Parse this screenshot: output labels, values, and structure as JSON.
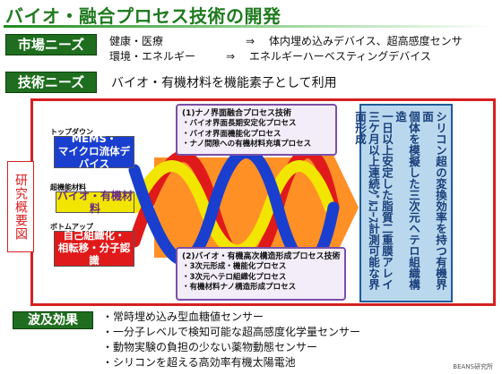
{
  "title": "バイオ・融合プロセス技術の開発",
  "market": {
    "label": "市場ニーズ",
    "rows": [
      {
        "left": "健康・医療",
        "arrow": "⇒",
        "right": "体内埋め込みデバイス、超高感度センサ"
      },
      {
        "left": "環境・エネルギー",
        "arrow": "⇒",
        "right": "エネルギーハーベスティングデバイス"
      }
    ]
  },
  "tech": {
    "label": "技術ニーズ",
    "text": "バイオ・有機材料を機能素子として利用"
  },
  "research": {
    "label": "研究概要図",
    "topdown_caption": "トップダウン",
    "topdown_box": [
      "MEMS・",
      "マイクロ流体デバイス"
    ],
    "material_caption": "超機能材料",
    "material_box": "バイオ・有機材料",
    "bottomup_caption": "ボトムアップ",
    "bottomup_box": [
      "自己組織化・",
      "相転移・分子認識"
    ],
    "process1": {
      "title": "(1)ナノ界面融合プロセス技術",
      "items": [
        "・バイオ界面長期安定化プロセス",
        "・バイオ界面機能化プロセス",
        "・ナノ間隙への有機材料充填プロセス"
      ]
    },
    "process2": {
      "title": "(2)バイオ・有機高次構造形成プロセス技術",
      "items": [
        "・3次元形成・機能化プロセス",
        "・3次元ヘテロ組織化プロセス",
        "・有機材料ナノ構造形成プロセス"
      ]
    },
    "result_lines": [
      "シリコン超の変換効率を持つ有機界面",
      "個体を模擬した三次元ヘテロ組織構造",
      "一日以上安定した脂質二重膜アレイ",
      "三ケ月以上連続ｸﾞﾙｺｰｽ計測可能な界面形成"
    ],
    "colors": {
      "blue": "#1a3fcf",
      "yellow": "#f2e600",
      "red": "#e01a1a",
      "orange": "#ff8a1a",
      "frame": "#d62020"
    }
  },
  "impact": {
    "label": "波及効果",
    "items": [
      "・常時埋め込み型血糖値センサー",
      "・一分子レベルで検知可能な超高感度化学量センサー",
      "・動物実験の負担の少ない薬物動態センサー",
      "・シリコンを超える高効率有機太陽電池"
    ]
  },
  "footer": "BEANS研究所"
}
